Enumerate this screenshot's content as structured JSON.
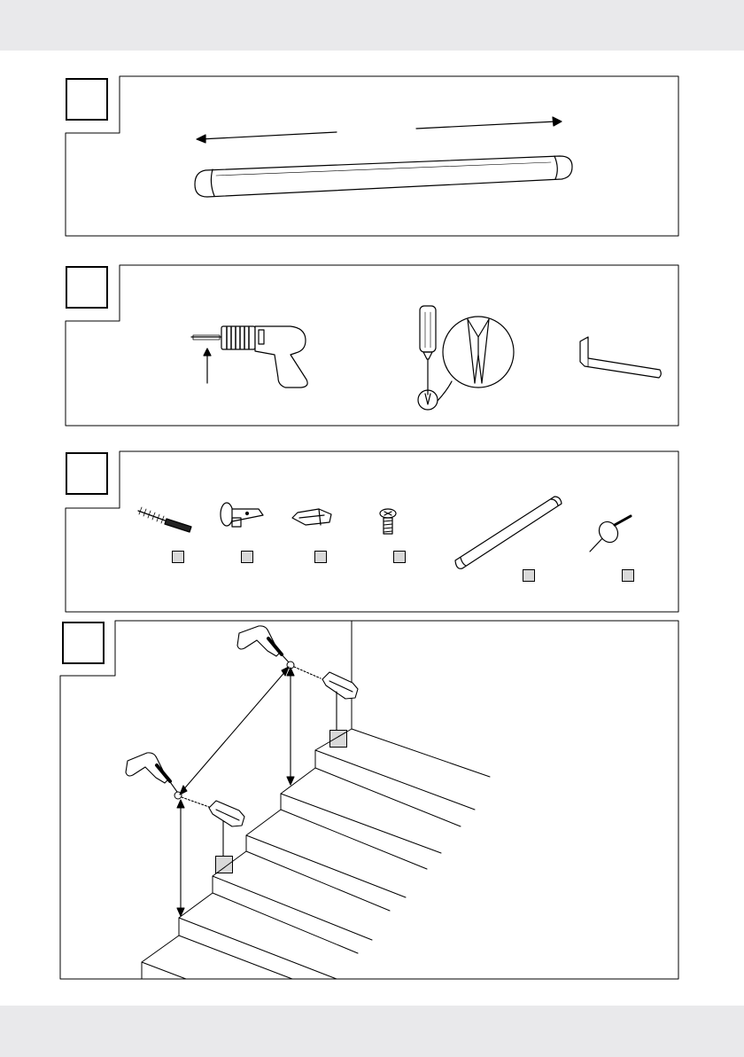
{
  "page": {
    "background": "#ffffff",
    "band_color": "#e9e9eb",
    "line_color": "#000000",
    "label_fill": "#d9d9d9"
  },
  "steps": [
    {
      "id": "step-1",
      "number": "",
      "content": [
        "handrail-icon",
        "left-arrow-icon",
        "right-arrow-icon"
      ]
    },
    {
      "id": "step-2",
      "number": "",
      "content": [
        "drill-icon",
        "screwdriver-icon",
        "phillips-bit-magnifier-icon",
        "allen-key-icon"
      ]
    },
    {
      "id": "step-3",
      "number": "",
      "content": [
        "wood-screw-icon",
        "bracket-icon",
        "wall-plug-icon",
        "small-screw-icon",
        "handrail-icon",
        "end-cap-icon"
      ]
    },
    {
      "id": "step-4",
      "number": "",
      "content": [
        "staircase-icon",
        "drill-icon",
        "wall-plug-icon",
        "dimension-arrow-icon"
      ]
    }
  ],
  "part_labels": [
    "",
    "",
    "",
    "",
    "",
    "",
    "",
    ""
  ]
}
